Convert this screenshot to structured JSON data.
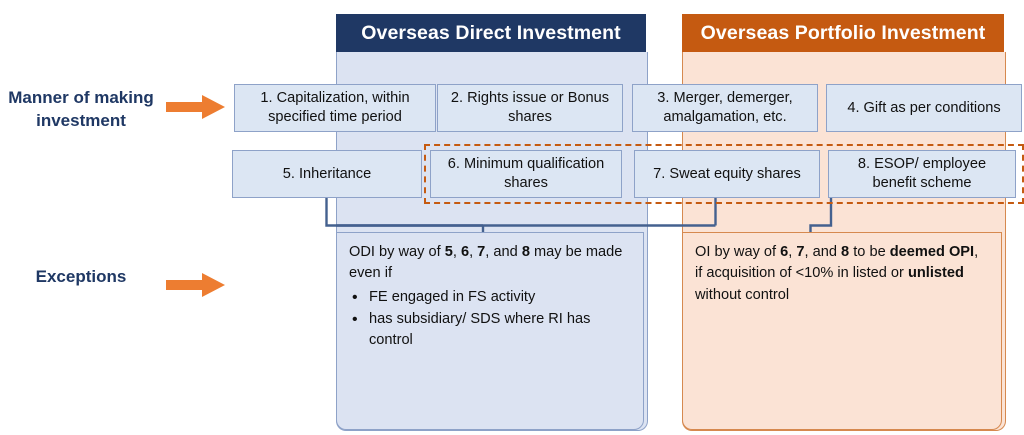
{
  "columns": [
    {
      "id": "odi",
      "title": "Overseas Direct Investment",
      "header_color": "#1f3864",
      "body_color": "#dce3f2"
    },
    {
      "id": "opi",
      "title": "Overseas Portfolio Investment",
      "header_color": "#c55a11",
      "body_color": "#fbe3d5"
    }
  ],
  "row_labels": {
    "manner": "Manner of making investment",
    "exceptions": "Exceptions"
  },
  "manner_boxes": [
    {
      "n": "1",
      "label": "1. Capitalization, within specified time period"
    },
    {
      "n": "2",
      "label": "2. Rights issue or Bonus shares"
    },
    {
      "n": "3",
      "label": "3. Merger, demerger, amalgamation, etc."
    },
    {
      "n": "4",
      "label": "4. Gift as per conditions"
    },
    {
      "n": "5",
      "label": "5. Inheritance"
    },
    {
      "n": "6",
      "label": "6. Minimum qualification shares"
    },
    {
      "n": "7",
      "label": "7. Sweat equity shares"
    },
    {
      "n": "8",
      "label": "8. ESOP/ employee benefit scheme"
    }
  ],
  "highlight_group": {
    "boxes": [
      "6",
      "7",
      "8"
    ],
    "border_style": "dashed",
    "border_color": "#c55a11"
  },
  "exceptions": {
    "odi": {
      "intro_plain_1": "ODI by way of ",
      "intro_bold_1": "5",
      "intro_plain_2": ", ",
      "intro_bold_2": "6",
      "intro_plain_3": ", ",
      "intro_bold_3": "7",
      "intro_plain_4": ", and ",
      "intro_bold_4": "8",
      "intro_plain_5": " may be made even if",
      "bullets": [
        "FE engaged in FS activity",
        "has subsidiary/ SDS where RI has control"
      ]
    },
    "opi": {
      "plain_1": "OI by way of ",
      "bold_1": "6",
      "plain_2": ", ",
      "bold_2": "7",
      "plain_3": ", and ",
      "bold_3": "8",
      "plain_4": " to be ",
      "bold_4": "deemed OPI",
      "plain_5": ", if acquisition of <10% in listed or ",
      "bold_5": "unlisted",
      "plain_6": " without control"
    }
  },
  "colors": {
    "navy": "#1f3864",
    "orange": "#ed7d31",
    "orange_dark": "#c55a11",
    "box_fill": "#dce6f3",
    "box_border": "#8ea2c8",
    "connector": "#44618f"
  }
}
